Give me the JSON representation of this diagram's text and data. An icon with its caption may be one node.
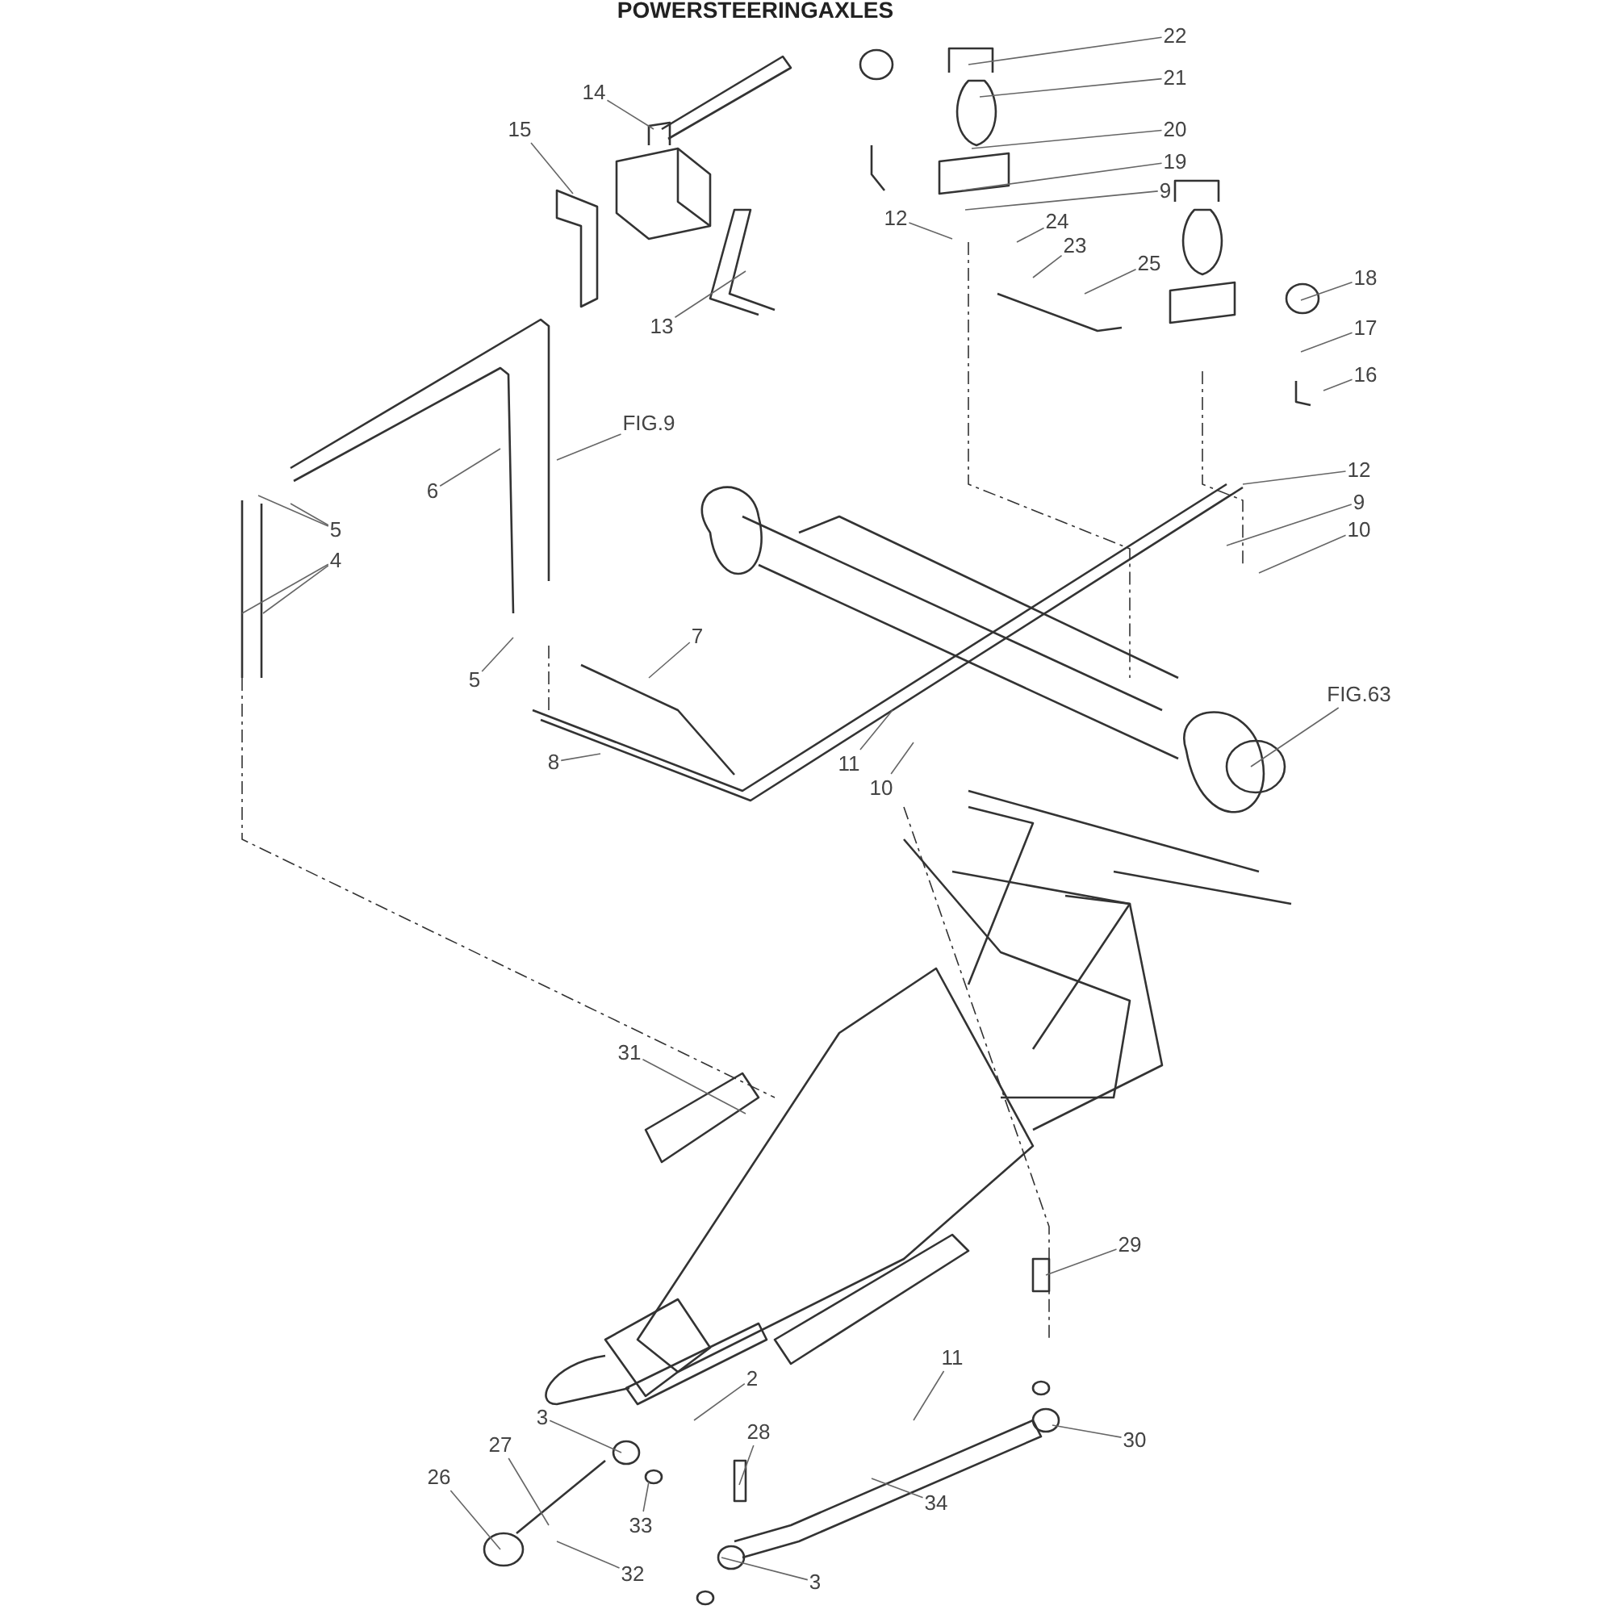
{
  "diagram": {
    "title": "POWERSTEERINGAXLES",
    "nodes": [
      {
        "text": [
          "22"
        ]
      },
      {
        "text": [
          "21"
        ]
      },
      {
        "text": [
          "20"
        ]
      },
      {
        "text": [
          "19"
        ]
      },
      {
        "text": [
          "9"
        ]
      },
      {
        "text": [
          "12"
        ]
      },
      {
        "text": [
          "24"
        ]
      },
      {
        "text": [
          "23"
        ]
      },
      {
        "text": [
          "25"
        ]
      },
      {
        "text": [
          "14"
        ]
      },
      {
        "text": [
          "15"
        ]
      },
      {
        "text": [
          "13"
        ]
      },
      {
        "text": [
          "18"
        ]
      },
      {
        "text": [
          "17"
        ]
      },
      {
        "text": [
          "16"
        ]
      },
      {
        "text": [
          "FIG.9"
        ]
      },
      {
        "text": [
          "6"
        ]
      },
      {
        "text": [
          "5"
        ]
      },
      {
        "text": [
          "4"
        ]
      },
      {
        "text": [
          "12"
        ]
      },
      {
        "text": [
          "9"
        ]
      },
      {
        "text": [
          "10"
        ]
      },
      {
        "text": [
          "5"
        ]
      },
      {
        "text": [
          "7"
        ]
      },
      {
        "text": [
          "8"
        ]
      },
      {
        "text": [
          "11"
        ]
      },
      {
        "text": [
          "10"
        ]
      },
      {
        "text": [
          "FIG.63"
        ]
      },
      {
        "text": [
          "31"
        ]
      },
      {
        "text": [
          "29"
        ]
      },
      {
        "text": [
          "11"
        ]
      },
      {
        "text": [
          "2"
        ]
      },
      {
        "text": [
          "28"
        ]
      },
      {
        "text": [
          "30"
        ]
      },
      {
        "text": [
          "3"
        ]
      },
      {
        "text": [
          "27"
        ]
      },
      {
        "text": [
          "26"
        ]
      },
      {
        "text": [
          "34"
        ]
      },
      {
        "text": [
          "33"
        ]
      },
      {
        "text": [
          "32"
        ]
      },
      {
        "text": [
          "3"
        ]
      }
    ],
    "edges": [
      {
        "from": 0,
        "to": null,
        "arrow": "none"
      },
      {
        "from": 1,
        "to": null,
        "arrow": "none"
      },
      {
        "from": 2,
        "to": null,
        "arrow": "none"
      },
      {
        "from": 3,
        "to": null,
        "arrow": "none"
      },
      {
        "from": 4,
        "to": null,
        "arrow": "none"
      },
      {
        "from": 5,
        "to": null,
        "arrow": "none"
      },
      {
        "from": 6,
        "to": null,
        "arrow": "none"
      },
      {
        "from": 7,
        "to": null,
        "arrow": "none"
      },
      {
        "from": 8,
        "to": null,
        "arrow": "none"
      },
      {
        "from": 9,
        "to": null,
        "arrow": "none"
      },
      {
        "from": 10,
        "to": null,
        "arrow": "none"
      },
      {
        "from": 11,
        "to": null,
        "arrow": "none"
      },
      {
        "from": 12,
        "to": null,
        "arrow": "none"
      },
      {
        "from": 13,
        "to": null,
        "arrow": "none"
      },
      {
        "from": 14,
        "to": null,
        "arrow": "none"
      },
      {
        "from": 15,
        "to": null,
        "arrow": "none"
      },
      {
        "from": 16,
        "to": null,
        "arrow": "none"
      },
      {
        "from": 17,
        "to": null,
        "arrow": "none"
      },
      {
        "from": 17,
        "to": null,
        "arrow": "none"
      },
      {
        "from": 18,
        "to": null,
        "arrow": "none"
      },
      {
        "from": 18,
        "to": null,
        "arrow": "none"
      },
      {
        "from": 19,
        "to": null,
        "arrow": "none"
      },
      {
        "from": 20,
        "to": null,
        "arrow": "none"
      },
      {
        "from": 21,
        "to": null,
        "arrow": "none"
      },
      {
        "from": 22,
        "to": null,
        "arrow": "none"
      },
      {
        "from": 23,
        "to": null,
        "arrow": "none"
      },
      {
        "from": 24,
        "to": null,
        "arrow": "none"
      },
      {
        "from": 25,
        "to": null,
        "arrow": "none"
      },
      {
        "from": 26,
        "to": null,
        "arrow": "none"
      },
      {
        "from": 27,
        "to": null,
        "arrow": "none"
      },
      {
        "from": 28,
        "to": null,
        "arrow": "none"
      },
      {
        "from": 29,
        "to": null,
        "arrow": "none"
      },
      {
        "from": 30,
        "to": null,
        "arrow": "none"
      },
      {
        "from": 31,
        "to": null,
        "arrow": "none"
      },
      {
        "from": 32,
        "to": null,
        "arrow": "none"
      },
      {
        "from": 33,
        "to": null,
        "arrow": "none"
      },
      {
        "from": 34,
        "to": null,
        "arrow": "none"
      },
      {
        "from": 35,
        "to": null,
        "arrow": "none"
      },
      {
        "from": 36,
        "to": null,
        "arrow": "none"
      },
      {
        "from": 37,
        "to": null,
        "arrow": "none"
      },
      {
        "from": 38,
        "to": null,
        "arrow": "none"
      },
      {
        "from": 39,
        "to": null,
        "arrow": "none"
      },
      {
        "from": 40,
        "to": null,
        "arrow": "none"
      }
    ]
  }
}
